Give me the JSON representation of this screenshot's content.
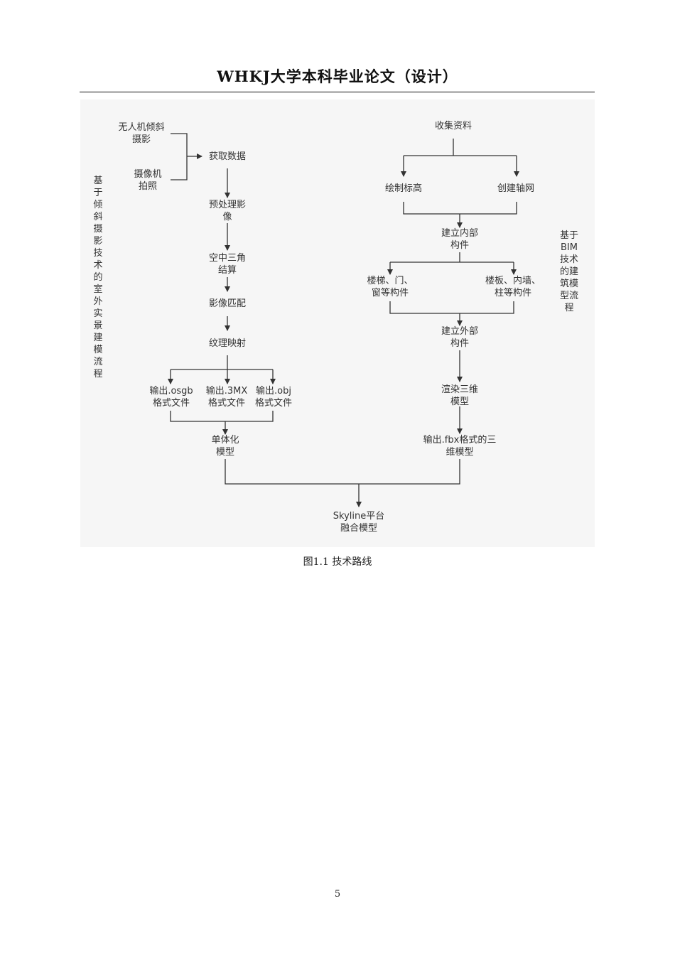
{
  "header": {
    "title": "WHKJ大学本科毕业论文（设计）"
  },
  "diagram": {
    "left_flow_label": "基于倾斜摄影技术的室外实景建模流程",
    "right_flow_label": "基于BIM技术的建筑模型流程",
    "nodes": {
      "uav_oblique": "无人机倾斜\n摄影",
      "camera_photo": "摄像机\n拍照",
      "acquire_data": "获取数据",
      "preprocess": "预处理影\n像",
      "aerial_triangulation": "空中三角\n结算",
      "image_matching": "影像匹配",
      "texture_mapping": "纹理映射",
      "output_osgb": "输出.osgb\n格式文件",
      "output_3mx": "输出.3MX\n格式文件",
      "output_obj": "输出.obj\n格式文件",
      "monomer_model": "单体化\n模型",
      "collect_data": "收集资料",
      "draw_elevation": "绘制标高",
      "create_axis": "创建轴网",
      "build_interior": "建立内部\n构件",
      "stairs_doors": "楼梯、门、\n窗等构件",
      "floor_walls": "楼板、内墙、\n柱等构件",
      "build_exterior": "建立外部\n构件",
      "render_3d": "渲染三维\n模型",
      "output_fbx": "输出.fbx格式的三\n维模型",
      "skyline_fusion": "Skyline平台\n融合模型"
    }
  },
  "figure": {
    "caption": "图1.1 技术路线"
  },
  "page": {
    "number": "5"
  }
}
